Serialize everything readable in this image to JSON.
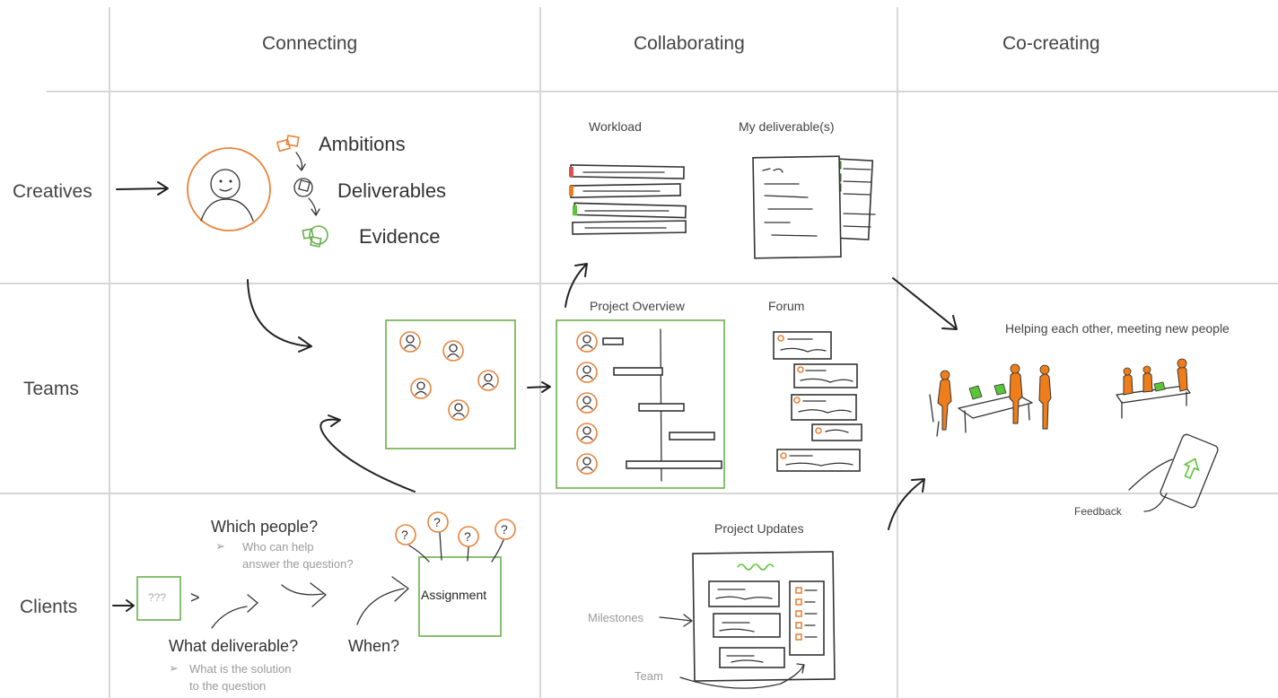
{
  "columns": [
    "Connecting",
    "Collaborating",
    "Co-creating"
  ],
  "rows": [
    "Creatives",
    "Teams",
    "Clients"
  ],
  "creatives": {
    "items": [
      "Ambitions",
      "Deliverables",
      "Evidence"
    ],
    "workload": "Workload",
    "my_deliverables": "My deliverable(s)"
  },
  "teams": {
    "project_overview": "Project Overview",
    "forum": "Forum",
    "helping": "Helping each other, meeting new people",
    "feedback": "Feedback"
  },
  "clients": {
    "unknown": "???",
    "which_people": "Which people?",
    "who_can_help_1": "Who can help",
    "who_can_help_2": "answer the question?",
    "what_deliverable": "What deliverable?",
    "solution_1": "What is the solution",
    "solution_2": "to the question",
    "when": "When?",
    "assignment": "Assignment",
    "project_updates": "Project Updates",
    "milestones": "Milestones",
    "team": "Team",
    "gt": ">",
    "bullet": "➢"
  }
}
